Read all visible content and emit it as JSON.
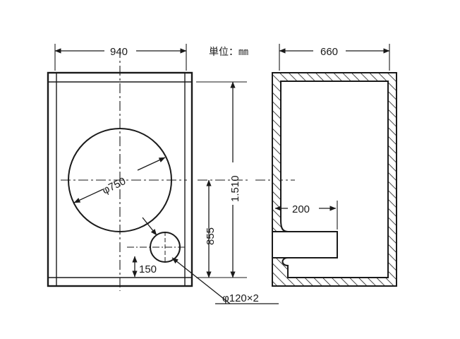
{
  "unit_label": "単位：㎜",
  "front_view": {
    "width_label": "940",
    "height_label": "1.510",
    "woofer_diameter_label": "φ750",
    "port_height_label": "855",
    "port_offset_label": "150",
    "port_diameter_label": "φ120×2"
  },
  "side_view": {
    "depth_label": "660",
    "port_length_label": "200"
  },
  "colors": {
    "line": "#1a1a1a",
    "background": "#ffffff"
  }
}
